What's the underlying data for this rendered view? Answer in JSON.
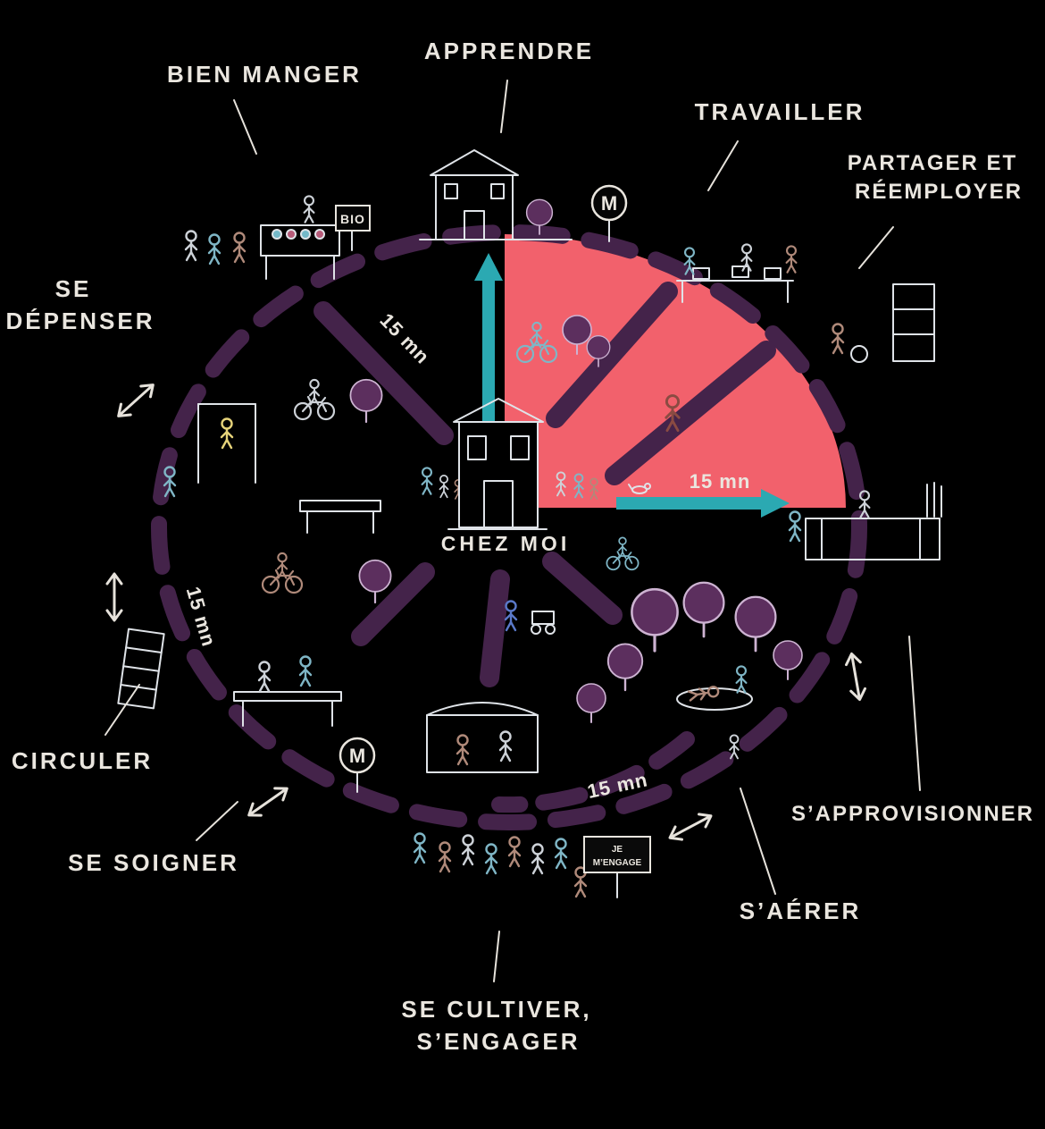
{
  "colors": {
    "background": "#000000",
    "sector_pink": "#f2616c",
    "arrow_teal": "#2ba9b2",
    "road_purple": "#44234a",
    "tree_purple": "#5c2f5e",
    "ink_white": "#eae6df"
  },
  "center": {
    "home_label": "CHEZ MOI"
  },
  "activities": {
    "bien_manger": "BIEN MANGER",
    "apprendre": "APPRENDRE",
    "travailler": "TRAVAILLER",
    "partager_line1": "PARTAGER ET",
    "partager_line2": "RÉEMPLOYER",
    "se_depenser_line1": "SE",
    "se_depenser_line2": "DÉPENSER",
    "s_approvisionner": "S’APPROVISIONNER",
    "circuler": "CIRCULER",
    "se_soigner": "SE SOIGNER",
    "s_aerer": "S’AÉRER",
    "se_cultiver_line1": "SE CULTIVER,",
    "se_cultiver_line2": "S’ENGAGER"
  },
  "time_label": "15 mn",
  "metro_label": "M",
  "signs": {
    "bio": "BIO",
    "engage_line1": "JE",
    "engage_line2": "M’ENGAGE"
  }
}
